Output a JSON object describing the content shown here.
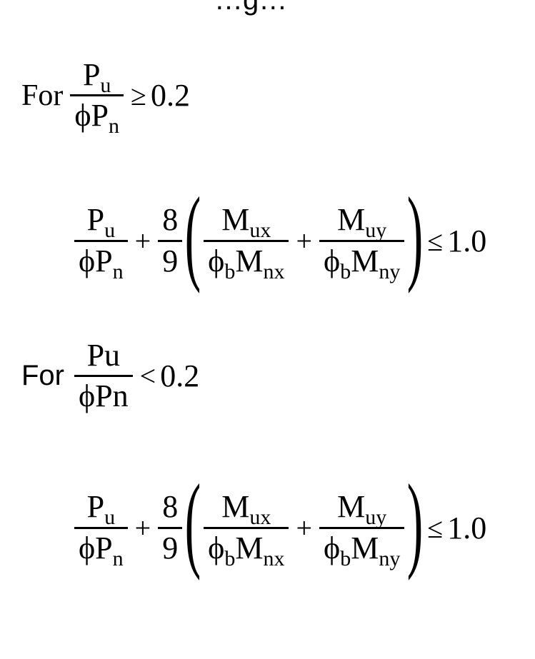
{
  "clipped_top_text": "…g…",
  "condition1": {
    "prefix": "For",
    "num_main": "P",
    "num_sub": "u",
    "den_phi": "ϕ",
    "den_main": "P",
    "den_sub": "n",
    "relation": "≥",
    "value": "0.2"
  },
  "equation1": {
    "f1_num_main": "P",
    "f1_num_sub": "u",
    "f1_den_phi": "ϕ",
    "f1_den_main": "P",
    "f1_den_sub": "n",
    "plus1": "+",
    "coef_num": "8",
    "coef_den": "9",
    "lparen": "(",
    "f2_num_main": "M",
    "f2_num_sub": "ux",
    "f2_den_phi": "ϕ",
    "f2_den_phisub": "b",
    "f2_den_main": "M",
    "f2_den_sub": "nx",
    "plus2": "+",
    "f3_num_main": "M",
    "f3_num_sub": "uy",
    "f3_den_phi": "ϕ",
    "f3_den_phisub": "b",
    "f3_den_main": "M",
    "f3_den_sub": "ny",
    "rparen": ")",
    "relation": "≤",
    "value": "1.0"
  },
  "condition2": {
    "prefix": "For",
    "num": "Pu",
    "den_phi": "ϕ",
    "den": "Pn",
    "relation": "<",
    "value": "0.2"
  },
  "equation2": {
    "f1_num_main": "P",
    "f1_num_sub": "u",
    "f1_den_phi": "ϕ",
    "f1_den_main": "P",
    "f1_den_sub": "n",
    "plus1": "+",
    "coef_num": "8",
    "coef_den": "9",
    "lparen": "(",
    "f2_num_main": "M",
    "f2_num_sub": "ux",
    "f2_den_phi": "ϕ",
    "f2_den_phisub": "b",
    "f2_den_main": "M",
    "f2_den_sub": "nx",
    "plus2": "+",
    "f3_num_main": "M",
    "f3_num_sub": "uy",
    "f3_den_phi": "ϕ",
    "f3_den_phisub": "b",
    "f3_den_main": "M",
    "f3_den_sub": "ny",
    "rparen": ")",
    "relation": "≤",
    "value": "1.0"
  }
}
